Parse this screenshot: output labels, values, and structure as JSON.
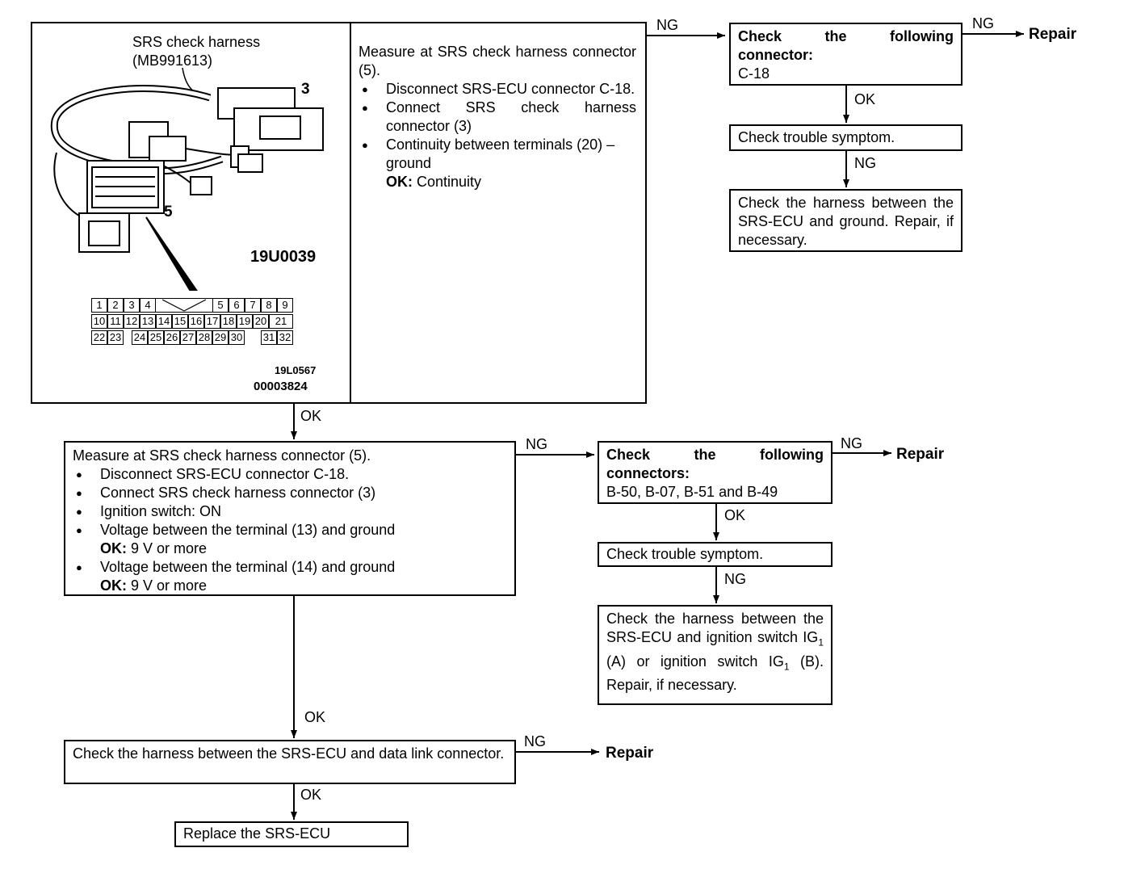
{
  "figure": {
    "harness_label": [
      "SRS check harness",
      "(MB991613)"
    ],
    "label_3": "3",
    "label_5": "5",
    "code_1": "19U0039",
    "code_2": "19L0567",
    "code_3": "00003824",
    "pins_row1": [
      "1",
      "2",
      "3",
      "4",
      "5",
      "6",
      "7",
      "8",
      "9"
    ],
    "pins_row2": [
      "10",
      "11",
      "12",
      "13",
      "14",
      "15",
      "16",
      "17",
      "18",
      "19",
      "20",
      "21"
    ],
    "pins_row3": [
      "22",
      "23",
      "24",
      "25",
      "26",
      "27",
      "28",
      "29",
      "30",
      "31",
      "32"
    ]
  },
  "step1": {
    "intro": "Measure at SRS check harness connector (5).",
    "bullets": [
      "Disconnect SRS-ECU connector C-18.",
      "Connect SRS check harness connector (3)",
      "Continuity between terminals (20) – ground"
    ],
    "ok_label": "OK:",
    "ok_value": "Continuity"
  },
  "branch1": {
    "check_words": [
      "Check",
      "the",
      "following"
    ],
    "check_line2": "connector:",
    "check_line3": "C-18",
    "trouble": "Check trouble symptom.",
    "harness": "Check the harness between the SRS-ECU and ground. Repair, if necessary."
  },
  "step2": {
    "intro": "Measure at SRS check harness connector (5).",
    "bullets": [
      "Disconnect SRS-ECU connector C-18.",
      "Connect SRS check harness connector (3)",
      "Ignition switch: ON",
      "Voltage between the terminal (13) and ground",
      "Voltage between the terminal (14) and ground"
    ],
    "ok_label": "OK:",
    "ok_value": "9 V or more"
  },
  "branch2": {
    "check_words": [
      "Check",
      "the",
      "following"
    ],
    "check_line2": "connectors:",
    "check_line3": "B-50, B-07, B-51 and B-49",
    "trouble": "Check trouble symptom.",
    "harness_a": "Check the harness between the SRS-ECU and ignition switch IG",
    "harness_sub": "1",
    "harness_b": " (A) or ignition switch IG",
    "harness_c": " (B). Repair, if necessary."
  },
  "step3": {
    "text": "Check the harness between the SRS-ECU and data link connector."
  },
  "final": {
    "text": "Replace the SRS-ECU"
  },
  "labels": {
    "ok": "OK",
    "ng": "NG",
    "repair": "Repair"
  }
}
